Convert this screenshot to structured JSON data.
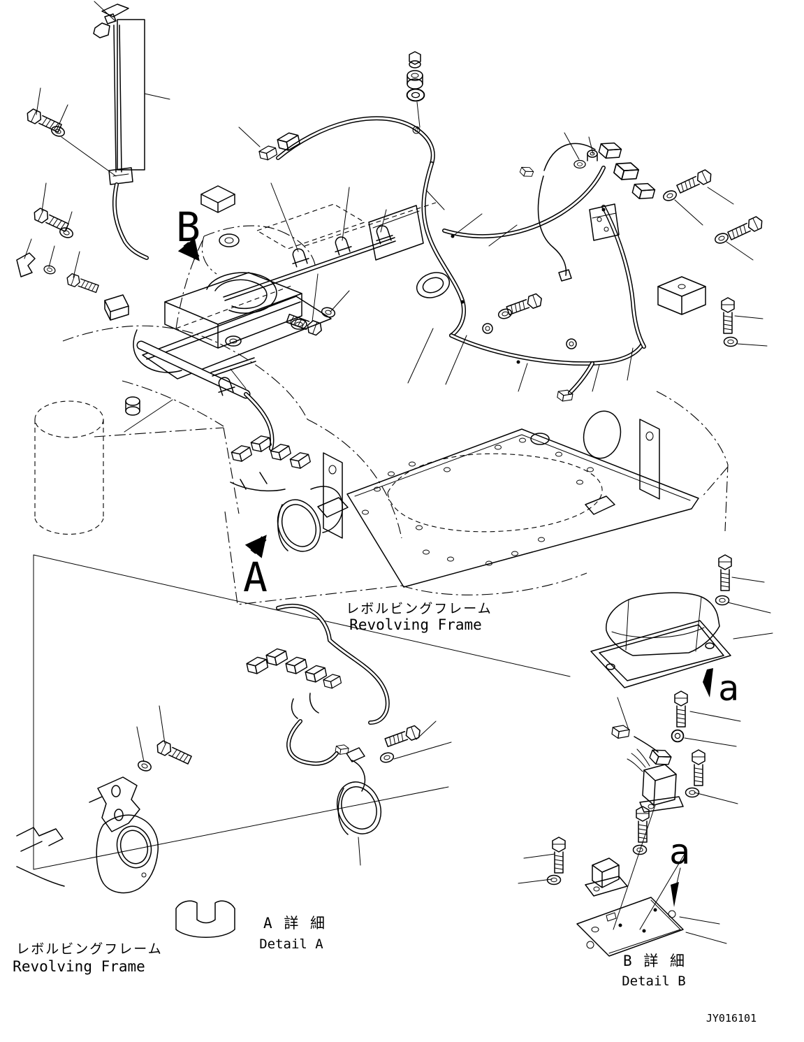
{
  "meta": {
    "drawing_code": "JY016101",
    "ink_color": "#000000",
    "paper_color": "#ffffff"
  },
  "callouts": {
    "view_b_letter": "B",
    "view_a_letter": "A",
    "section_a_upper": "a",
    "section_a_lower": "a"
  },
  "labels": {
    "revolving_frame_center": {
      "jp": "レボルビングフレーム",
      "en": "Revolving Frame"
    },
    "revolving_frame_left": {
      "jp": "レボルビングフレーム",
      "en": "Revolving Frame"
    },
    "detail_a": {
      "jp": "A 詳 細",
      "en": "Detail A"
    },
    "detail_b": {
      "jp": "B 詳 細",
      "en": "Detail B"
    }
  }
}
